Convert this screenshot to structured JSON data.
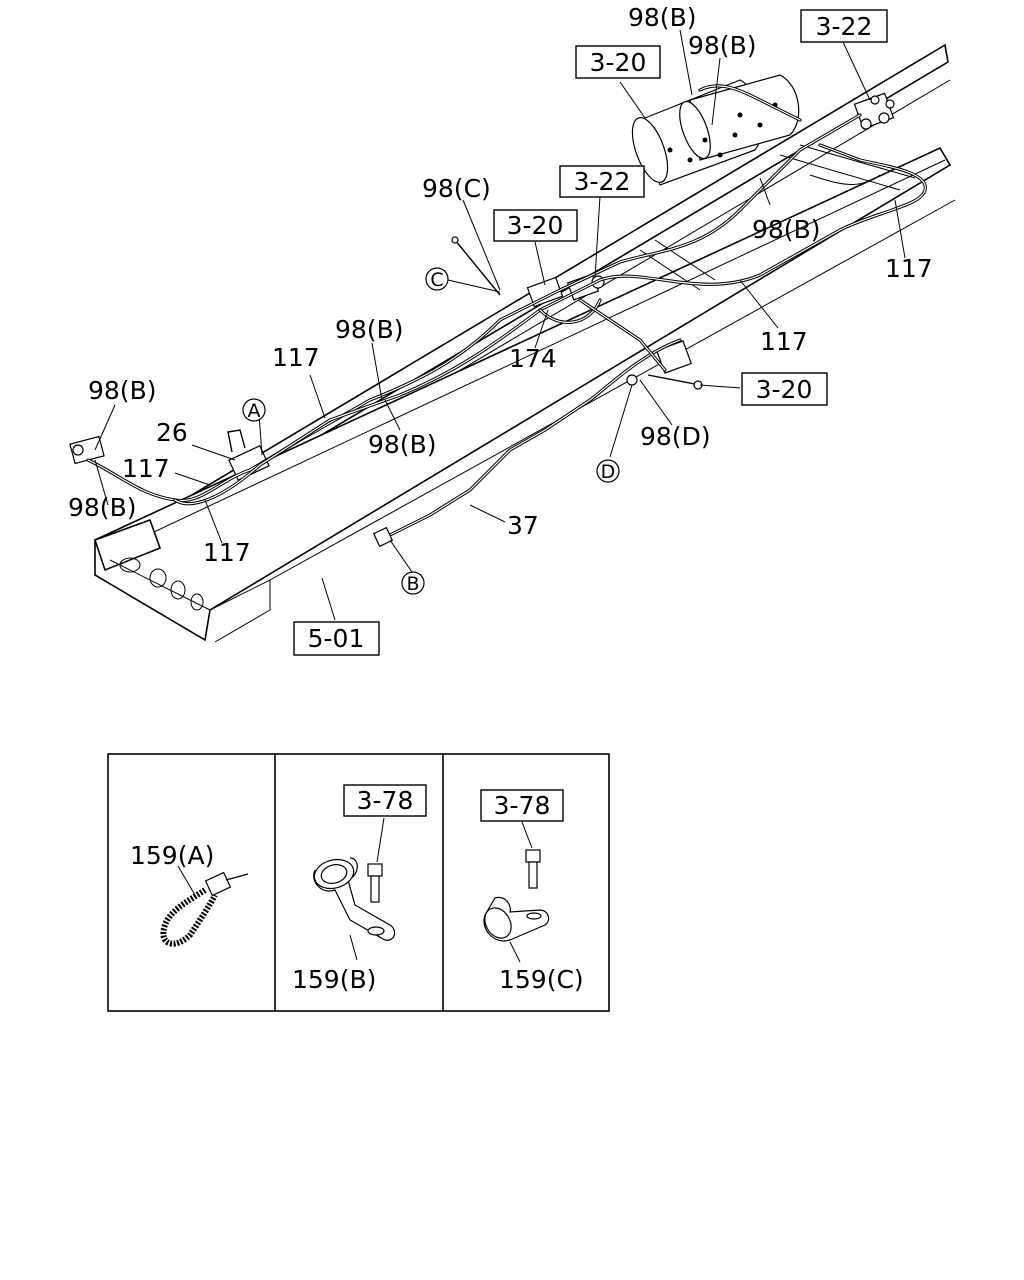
{
  "labels": {
    "p98b_1": "98(B)",
    "p98b_2": "98(B)",
    "p98b_3": "98(B)",
    "p98b_4": "98(B)",
    "p98b_5": "98(B)",
    "p98b_6": "98(B)",
    "p98b_7": "98(B)",
    "p98c": "98(C)",
    "p98d": "98(D)",
    "p117_1": "117",
    "p117_2": "117",
    "p117_3": "117",
    "p117_4": "117",
    "p117_5": "117",
    "p174": "174",
    "p26": "26",
    "p37": "37",
    "p159a": "159(A)",
    "p159b": "159(B)",
    "p159c": "159(C)"
  },
  "refs": {
    "r320_top": "3-20",
    "r322_top": "3-22",
    "r322_mid": "3-22",
    "r320_mid": "3-20",
    "r320_right": "3-20",
    "r501": "5-01",
    "r378_b": "3-78",
    "r378_c": "3-78"
  },
  "callouts": {
    "a": "A",
    "b": "B",
    "c": "C",
    "d": "D"
  }
}
